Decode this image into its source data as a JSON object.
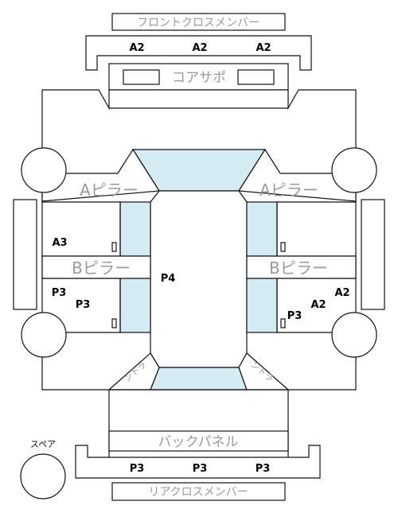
{
  "labels": {
    "front_cross_member": "フロントクロスメンバー",
    "core_support": "コアサポ",
    "a_pillar_left": "Aピラー",
    "a_pillar_right": "Aピラー",
    "b_pillar_left": "Bピラー",
    "b_pillar_right": "Bピラー",
    "back_panel": "バックパネル",
    "rear_cross_member": "リアクロスメンバー",
    "spare": "スペア",
    "trunk_left": "ントラ",
    "trunk_right": "ントラ"
  },
  "grades": {
    "front_1": "A2",
    "front_2": "A2",
    "front_3": "A2",
    "left_upper": "A3",
    "left_lower_1": "P3",
    "left_lower_2": "P3",
    "center": "P4",
    "right_lower_1": "A2",
    "right_lower_2": "A2",
    "right_lower_3": "P3",
    "rear_1": "P3",
    "rear_2": "P3",
    "rear_3": "P3"
  }
}
